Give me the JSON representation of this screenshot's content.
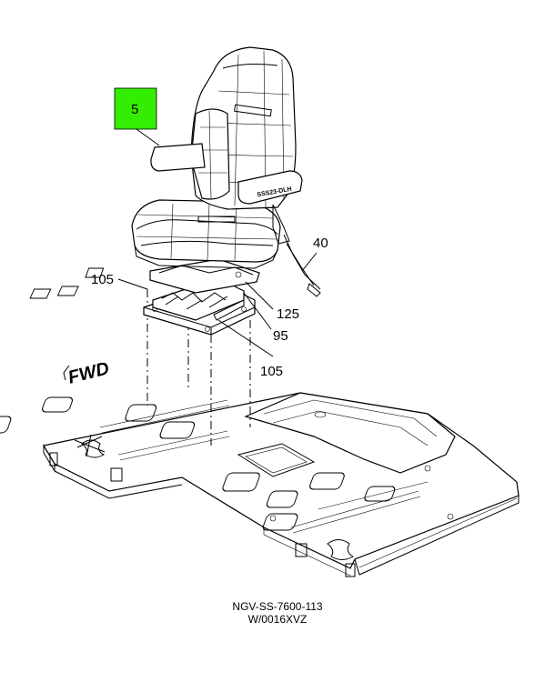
{
  "callouts": {
    "c5": "5",
    "c40": "40",
    "c105_top": "105",
    "c125": "125",
    "c95": "95",
    "c105_bottom": "105"
  },
  "direction_label": "FWD",
  "armrest_label": "SSS23-DLH",
  "caption": {
    "line1": "NGV-SS-7600-113",
    "line2": "W/0016XVZ"
  },
  "colors": {
    "highlight": "#33ee00",
    "line": "#000000",
    "background": "#ffffff"
  }
}
